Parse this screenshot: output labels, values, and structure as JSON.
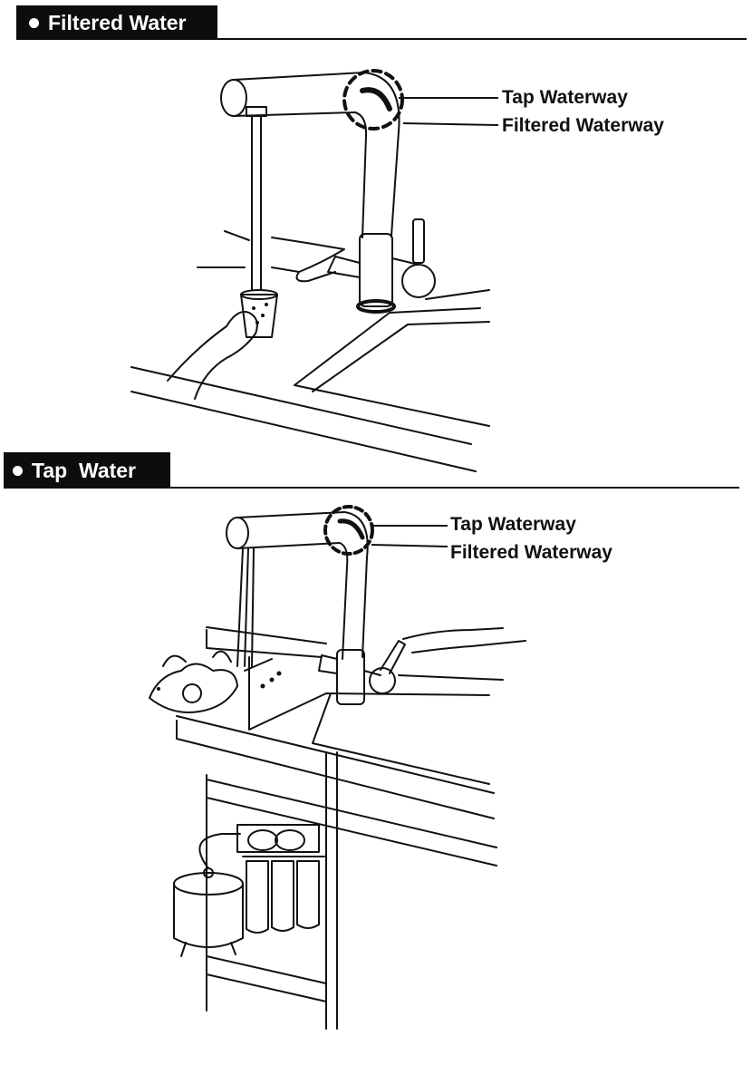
{
  "sections": {
    "filtered": {
      "header": "Filtered Water",
      "callout_top": "Tap Waterway",
      "callout_bottom": "Filtered Waterway"
    },
    "tap": {
      "header": "Tap  Water",
      "callout_top": "Tap Waterway",
      "callout_bottom": "Filtered Waterway"
    }
  },
  "colors": {
    "ink": "#111111",
    "header_bg": "#0d0d0d",
    "header_text": "#ffffff"
  }
}
